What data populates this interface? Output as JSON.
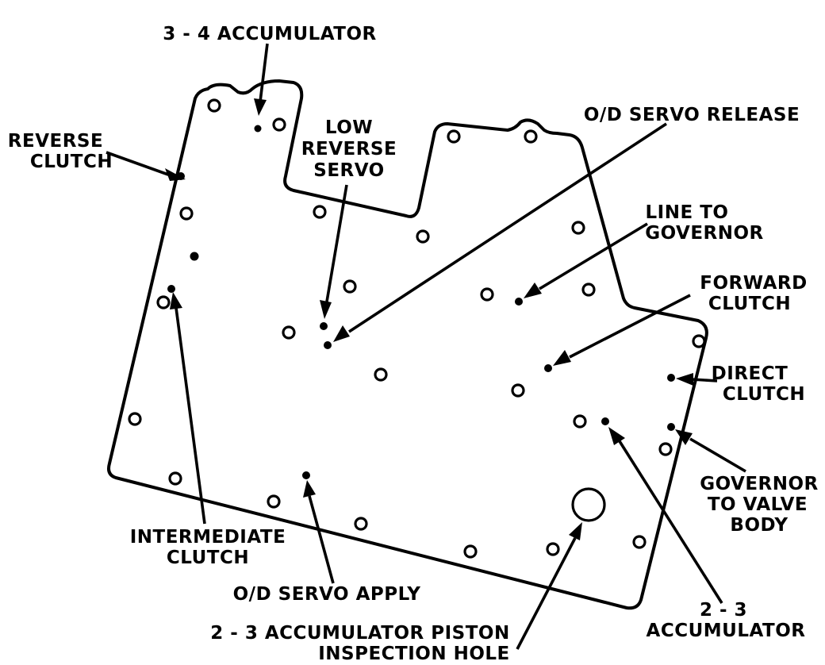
{
  "diagram": {
    "labels": {
      "accumulator_3_4": "3 - 4 ACCUMULATOR",
      "reverse_clutch": [
        "REVERSE",
        "CLUTCH"
      ],
      "low_reverse_servo": [
        "LOW",
        "REVERSE",
        "SERVO"
      ],
      "od_servo_release": "O/D SERVO RELEASE",
      "line_to_governor": [
        "LINE TO",
        "GOVERNOR"
      ],
      "forward_clutch": [
        "FORWARD",
        "CLUTCH"
      ],
      "direct_clutch": [
        "DIRECT",
        "CLUTCH"
      ],
      "governor_to_valve_body": [
        "GOVERNOR",
        "TO VALVE",
        "BODY"
      ],
      "intermediate_clutch": [
        "INTERMEDIATE",
        "CLUTCH"
      ],
      "od_servo_apply": "O/D SERVO APPLY",
      "accumulator_2_3": [
        "2 - 3",
        "ACCUMULATOR"
      ],
      "piston_inspection_hole": [
        "2 - 3 ACCUMULATOR PISTON",
        "INSPECTION HOLE"
      ]
    }
  }
}
